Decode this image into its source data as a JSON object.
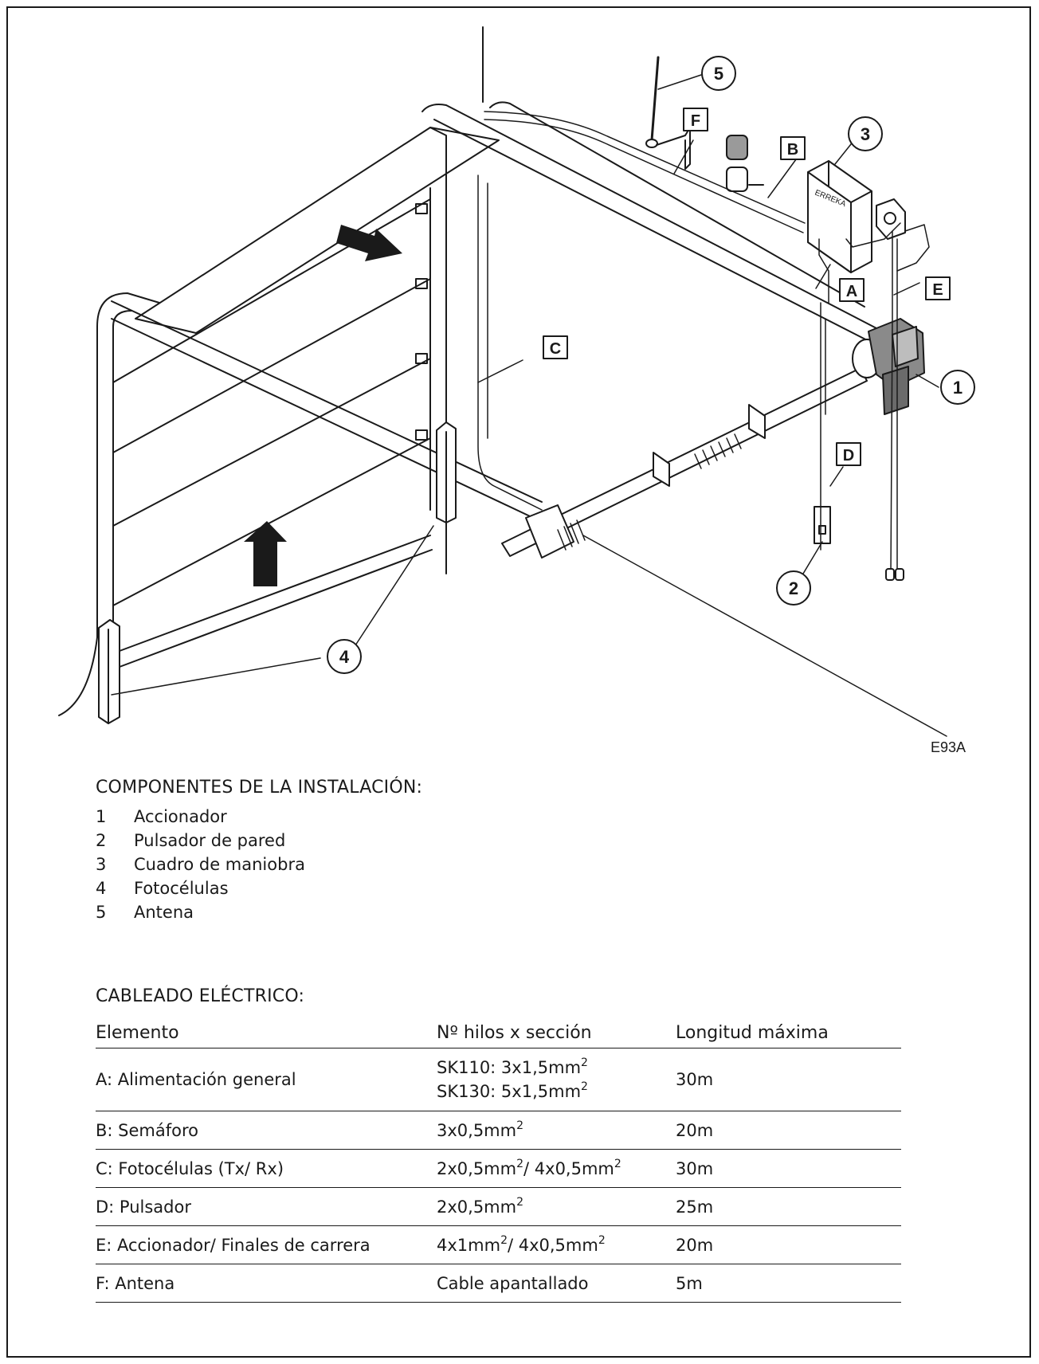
{
  "figure": {
    "code": "E93A",
    "callouts": [
      "1",
      "2",
      "3",
      "4",
      "5"
    ],
    "cable_labels": [
      "A",
      "B",
      "C",
      "D",
      "E",
      "F"
    ],
    "brand_logo_text": "ERREKA"
  },
  "components": {
    "title": "COMPONENTES DE LA INSTALACIÓN:",
    "items": [
      {
        "num": "1",
        "label": "Accionador"
      },
      {
        "num": "2",
        "label": "Pulsador de pared"
      },
      {
        "num": "3",
        "label": "Cuadro de maniobra"
      },
      {
        "num": "4",
        "label": "Fotocélulas"
      },
      {
        "num": "5",
        "label": "Antena"
      }
    ]
  },
  "wiring": {
    "title": "CABLEADO ELÉCTRICO:",
    "headers": [
      "Elemento",
      "Nº hilos x sección",
      "Longitud máxima"
    ],
    "rows": [
      {
        "element": "A: Alimentación general",
        "section": [
          "SK110: 3x1,5mm",
          "SK130: 5x1,5mm"
        ],
        "sup": [
          "2",
          "2"
        ],
        "length": "30m"
      },
      {
        "element": "B: Semáforo",
        "section": "3x0,5mm",
        "sup": "2",
        "length": "20m"
      },
      {
        "element": "C: Fotocélulas (Tx/ Rx)",
        "section_a": "2x0,5mm",
        "section_b": "/ 4x0,5mm",
        "sup": "2",
        "length": "30m"
      },
      {
        "element": "D: Pulsador",
        "section": "2x0,5mm",
        "sup": "2",
        "length": "25m"
      },
      {
        "element": "E: Accionador/ Finales de carrera",
        "section_a": "4x1mm",
        "section_b": "/ 4x0,5mm",
        "sup": "2",
        "length": "20m"
      },
      {
        "element": "F: Antena",
        "section": "Cable apantallado",
        "length": "5m"
      }
    ]
  }
}
